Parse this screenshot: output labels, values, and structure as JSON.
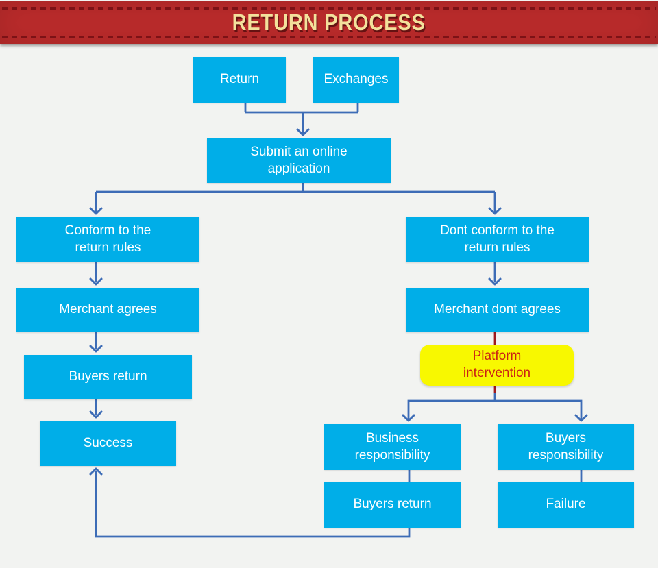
{
  "header": {
    "title": "RETURN PROCESS"
  },
  "nodes": {
    "return": {
      "label": "Return"
    },
    "exchanges": {
      "label": "Exchanges"
    },
    "submit": {
      "label": "Submit an online\napplication"
    },
    "conform": {
      "label": "Conform to the\nreturn rules"
    },
    "merchant_agrees": {
      "label": "Merchant agrees"
    },
    "buyers_return_left": {
      "label": "Buyers return"
    },
    "success": {
      "label": "Success"
    },
    "dont_conform": {
      "label": "Dont conform to the\nreturn rules"
    },
    "merchant_dont_agrees": {
      "label": "Merchant dont agrees"
    },
    "platform": {
      "label": "Platform\nintervention"
    },
    "business_resp": {
      "label": "Business\nresponsibility"
    },
    "buyers_resp": {
      "label": "Buyers\nresponsibility"
    },
    "buyers_return_bottom": {
      "label": "Buyers return"
    },
    "failure": {
      "label": "Failure"
    }
  },
  "colors": {
    "banner_red": "#BA2B2B",
    "banner_dash_red": "#7C1216",
    "title_gold": "#F3E19C",
    "node_cyan": "#00AEE8",
    "node_text_white": "#FFFFFF",
    "connector_blue": "#3D6CB6",
    "connector_dark_red": "#9E1A1E",
    "highlight_yellow": "#F8F800",
    "highlight_text_red": "#CB2214",
    "background_gray": "#F2F3F1"
  }
}
